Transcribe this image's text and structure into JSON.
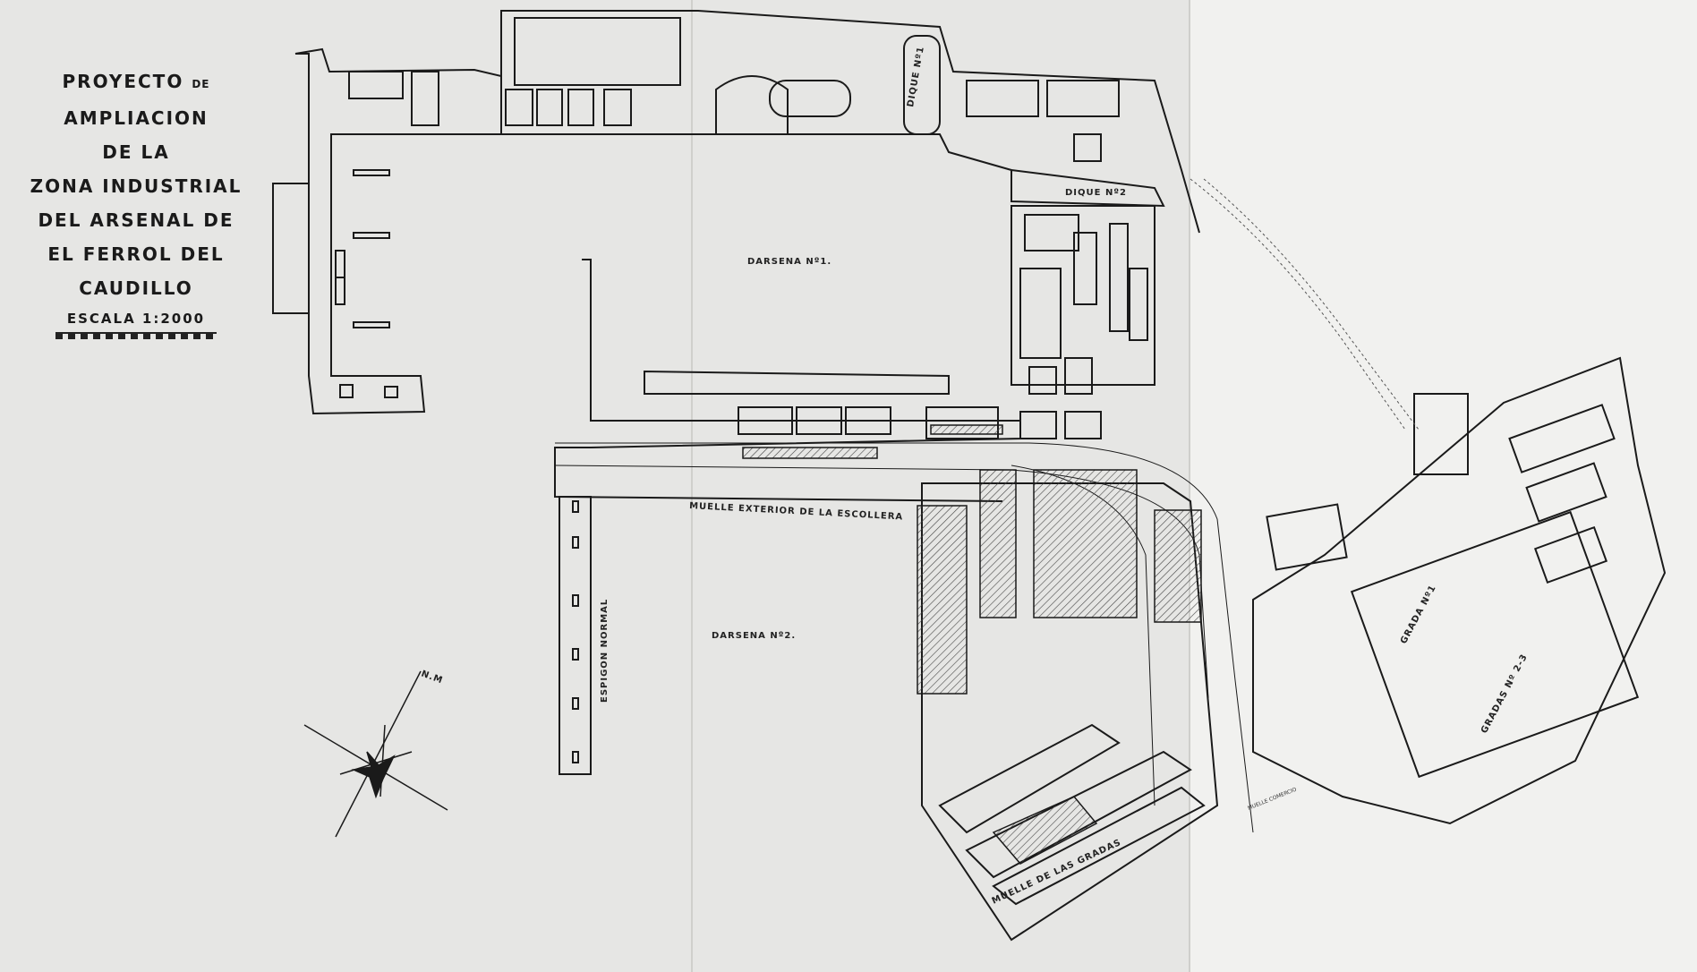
{
  "title": {
    "line1_a": "PROYECTO",
    "line1_b": "DE",
    "line1_c": "AMPLIACION",
    "line2": "DE LA",
    "line3": "ZONA INDUSTRIAL",
    "line4": "DEL ARSENAL DE",
    "line5": "EL FERROL DEL CAUDILLO",
    "scale": "ESCALA 1:2000"
  },
  "labels": {
    "darsena1": "DARSENA Nº1.",
    "darsena2": "DARSENA Nº2.",
    "dique1": "DIQUE Nº1",
    "dique2": "DIQUE Nº2",
    "muelle_escollera": "MUELLE EXTERIOR DE LA ESCOLLERA",
    "espigon": "ESPIGON NORMAL",
    "muelle_gradas": "MUELLE DE LAS GRADAS",
    "muelle_comercio": "MUELLE COMERCIO",
    "grada1": "GRADA Nº1",
    "grada23": "GRADAS Nº 2-3",
    "north": "N.M"
  },
  "colors": {
    "paper": "#e6e6e4",
    "ink": "#1a1a1a",
    "hatch": "#444444"
  }
}
